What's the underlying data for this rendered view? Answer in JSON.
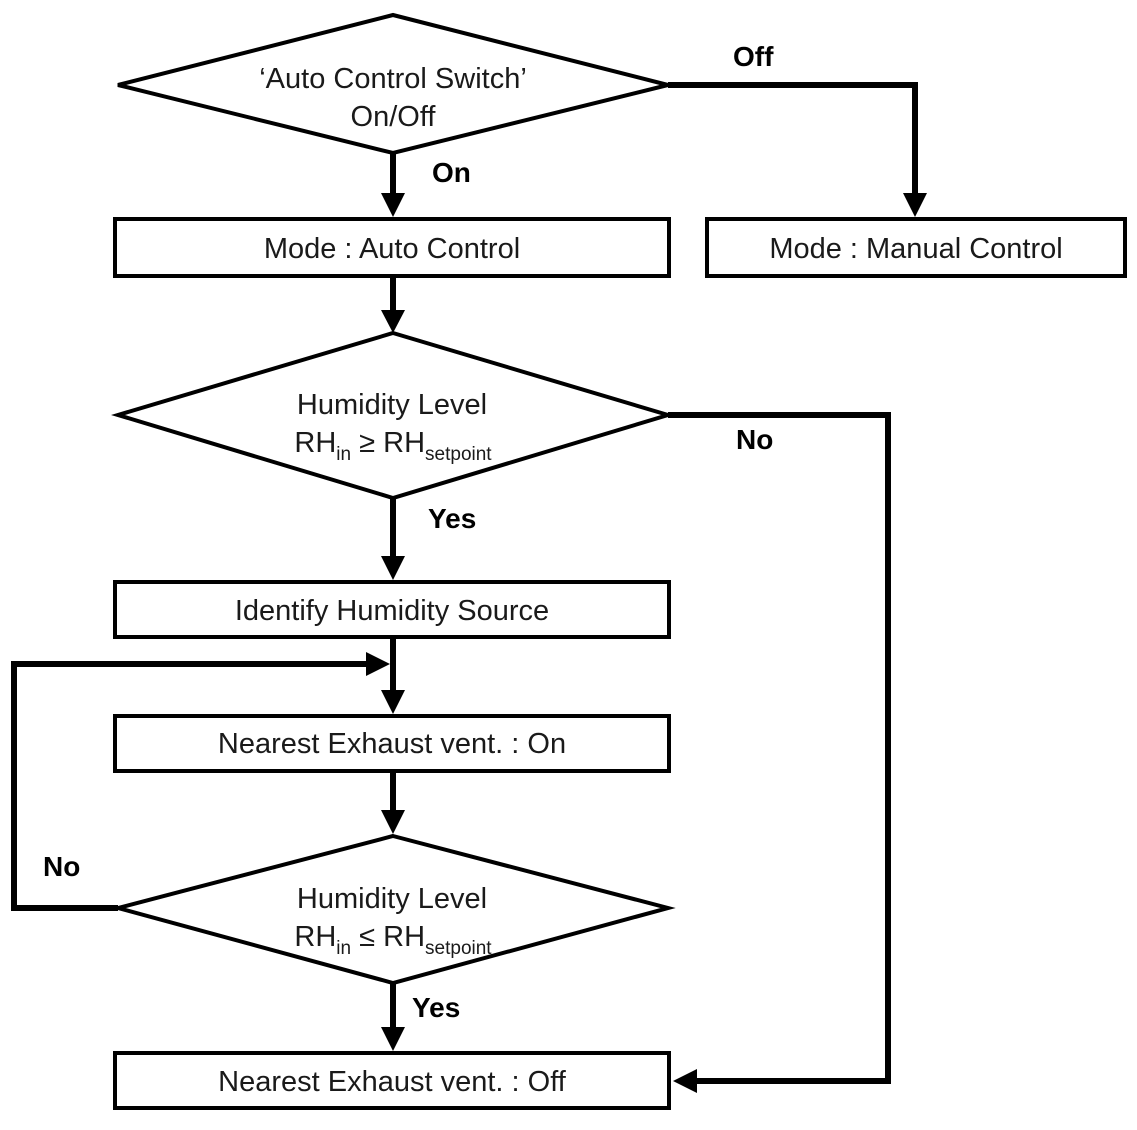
{
  "flowchart": {
    "decision_switch": {
      "line1": "‘Auto Control Switch’",
      "line2": "On/Off"
    },
    "mode_auto": "Mode : Auto Control",
    "mode_manual": "Mode : Manual Control",
    "decision_humidity_high": {
      "line1": "Humidity Level",
      "rh": "RH",
      "rh_sub": "in",
      "operator": "≥",
      "setpoint": "RH",
      "setpoint_sub": "setpoint"
    },
    "identify_source": "Identify Humidity Source",
    "vent_on": "Nearest Exhaust vent. : On",
    "decision_humidity_low": {
      "line1": "Humidity Level",
      "rh": "RH",
      "rh_sub": "in",
      "operator": "≤",
      "setpoint": "RH",
      "setpoint_sub": "setpoint"
    },
    "vent_off": "Nearest Exhaust vent. : Off",
    "branches": {
      "switch_off": "Off",
      "switch_on": "On",
      "high_no": "No",
      "high_yes": "Yes",
      "low_no": "No",
      "low_yes": "Yes"
    }
  }
}
